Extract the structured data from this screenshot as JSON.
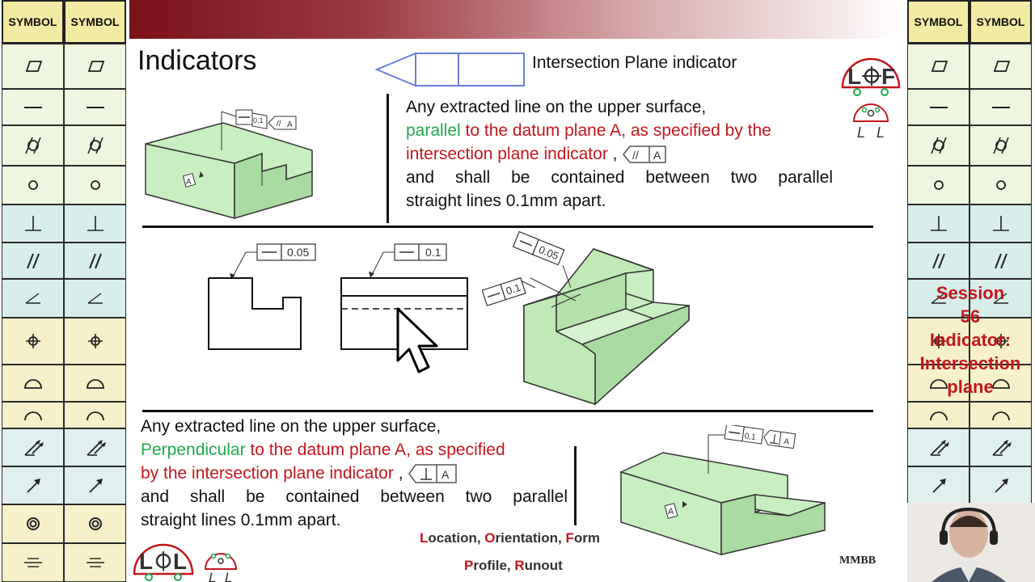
{
  "symbol_header": "SYMBOL",
  "symbols": [
    {
      "icon": "flatness-icon",
      "bg": "#eef6df"
    },
    {
      "icon": "straightness-icon",
      "bg": "#eef6df"
    },
    {
      "icon": "cylindricity-icon",
      "bg": "#eef6df"
    },
    {
      "icon": "circularity-icon",
      "bg": "#eef6df"
    },
    {
      "icon": "perpendicularity-icon",
      "bg": "#d8eeea"
    },
    {
      "icon": "parallelism-icon",
      "bg": "#d8eeea"
    },
    {
      "icon": "angularity-icon",
      "bg": "#d8eeea"
    },
    {
      "icon": "position-icon",
      "bg": "#f6f1c9"
    },
    {
      "icon": "profile-surface-icon",
      "bg": "#f6f1c9"
    },
    {
      "icon": "profile-line-icon",
      "bg": "#f6f1c9"
    },
    {
      "icon": "total-runout-icon",
      "bg": "#dff0ee"
    },
    {
      "icon": "circular-runout-icon",
      "bg": "#dff0ee"
    },
    {
      "icon": "concentricity-icon",
      "bg": "#f6f1c9"
    },
    {
      "icon": "symmetry-icon",
      "bg": "#f6f1c9"
    }
  ],
  "title": "Indicators",
  "indicator_label": "Intersection Plane indicator",
  "top_text": {
    "line1": "Any extracted line on the upper surface,",
    "green": "parallel",
    "red1": " to the datum plane A, as specified by the",
    "red2": "intersection plane indicator",
    "comma": ",",
    "line4": "and shall be contained between two parallel",
    "line5": "straight lines 0.1mm apart."
  },
  "bottom_text": {
    "line1": "Any extracted line on the upper surface,",
    "green": "Perpendicular",
    "red1": " to the datum plane A, as specified",
    "red2": "by the intersection plane indicator",
    "comma": ",",
    "line4": "and shall be contained between two parallel",
    "line5": "straight lines 0.1mm apart."
  },
  "fcf": {
    "top_tol": "0,1",
    "datum": "A",
    "mid_left_tol": "0.05",
    "mid_center_tol": "0.1",
    "iso_top_tol": "0.05",
    "iso_left_tol": "0.1",
    "bottom_tol": "0,1"
  },
  "session": {
    "line1": "Session",
    "line2": "56",
    "line3": "Indicator:",
    "line4": "Intersection",
    "line5": "plane"
  },
  "footer": {
    "l_first": "L",
    "l_rest": "ocation, ",
    "o_first": "O",
    "o_rest": "rientation, ",
    "f_first": "F",
    "f_rest": "orm",
    "p_first": "P",
    "p_rest": "rofile, ",
    "r_first": "R",
    "r_rest": "unout"
  },
  "logo_text": "L⊕F",
  "watermark": "MMBB",
  "colors": {
    "accent_red": "#c4161c",
    "accent_green": "#1faa4c",
    "part_green": "#c8efc0"
  }
}
